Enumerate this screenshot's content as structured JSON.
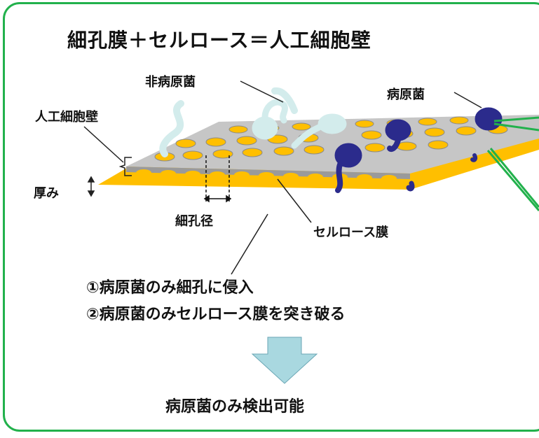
{
  "title": "細孔膜＋セルロース＝人工細胞壁",
  "labels": {
    "non_pathogen": "非病原菌",
    "pathogen": "病原菌",
    "artificial_wall": "人工細胞壁",
    "thickness": "厚み",
    "pore_diameter": "細孔径",
    "cellulose_membrane": "セルロース膜"
  },
  "steps": [
    "①病原菌のみ細孔に侵入",
    "②病原菌のみセルロース膜を突き破る"
  ],
  "result": "病原菌のみ検出可能",
  "colors": {
    "frame": "#22b14c",
    "cellulose": "#ffbf00",
    "porous_membrane": "#c8c8c8",
    "pathogen": "#2b2b8c",
    "non_pathogen": "#d3ecec",
    "arrow": "#9fd4dc",
    "laser": "#22b14c"
  }
}
